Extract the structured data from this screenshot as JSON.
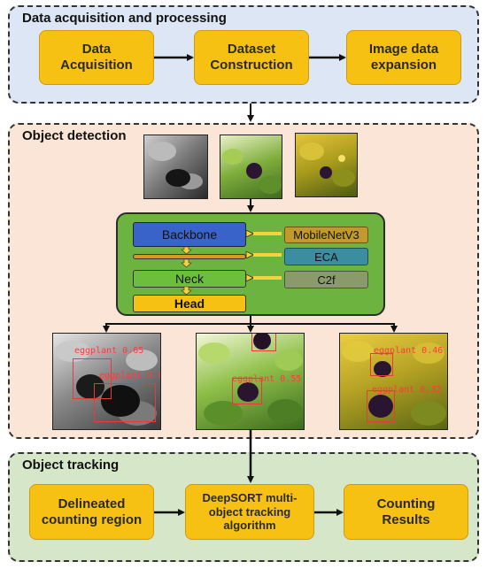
{
  "panels": {
    "acquisition": {
      "title": "Data acquisition and processing",
      "steps": [
        "Data\nAcquisition",
        "Dataset\nConstruction",
        "Image data\nexpansion"
      ]
    },
    "detection": {
      "title": "Object detection",
      "network": {
        "backbone": "Backbone",
        "neck": "Neck",
        "head": "Head",
        "mobilenet": "MobileNetV3",
        "eca": "ECA",
        "c2f": "C2f"
      },
      "results": [
        {
          "labels": [
            "eggplant 0.65",
            "eggplant 0.69"
          ]
        },
        {
          "labels": [
            "eggplant 0.55"
          ]
        },
        {
          "labels": [
            "eggplant 0.46",
            "eggplant 0.32"
          ]
        }
      ]
    },
    "tracking": {
      "title": "Object tracking",
      "steps": [
        "Delineated\ncounting region",
        "DeepSORT multi-\nobject tracking\nalgorithm",
        "Counting\nResults"
      ]
    }
  },
  "colors": {
    "acquisition_bg": "#dde6f5",
    "detection_bg": "#fbe5d6",
    "tracking_bg": "#d6e6c9",
    "step_fill": "#f7c113",
    "network_fill": "#6db33f",
    "backbone": "#3a63c9",
    "mobilenet": "#c29a2b",
    "eca": "#3b8da0",
    "c2f": "#8a9a6a",
    "neck": "#6cbf3c",
    "head": "#f7c113"
  }
}
